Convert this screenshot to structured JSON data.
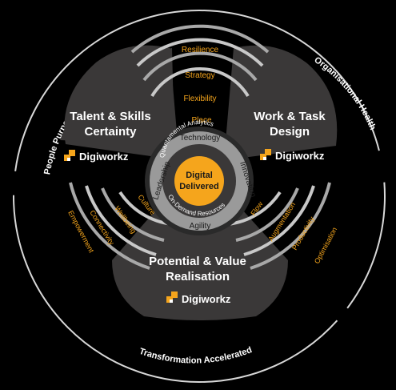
{
  "outer_ring": {
    "left": "People Purpose",
    "right": "Organisational Health",
    "bottom": "Transformation Accelerated"
  },
  "segments": {
    "talent": {
      "title_line1": "Talent & Skills",
      "title_line2": "Certainty",
      "logo": "Digiworkz"
    },
    "work": {
      "title_line1": "Work & Task",
      "title_line2": "Design",
      "logo": "Digiworkz"
    },
    "potential": {
      "title_line1": "Potential & Value",
      "title_line2": "Realisation",
      "logo": "Digiworkz"
    }
  },
  "arc_labels": {
    "top": [
      "Resilience",
      "Strategy",
      "Flexibility",
      "Place"
    ],
    "left": [
      "Empowerment",
      "Connectivity",
      "Wellbeing",
      "Culture"
    ],
    "right": [
      "Flow",
      "Augmentation",
      "Productivity",
      "Optimisation"
    ]
  },
  "hub": {
    "grey_ring": {
      "top": "Technology",
      "left": "Leadership",
      "right": "Innovation",
      "bottom": "Agility"
    },
    "inner_ring": {
      "top": "Quantamental Analytics",
      "bottom": "On-Demand Resources"
    },
    "center_line1": "Digital",
    "center_line2": "Delivered"
  },
  "colors": {
    "gold": "#f5a51c",
    "segment": "#3a3838",
    "ring_grey": "#9a9a9a",
    "background": "#000000"
  },
  "icons": {
    "logo_mark": "digiworkz-logo-icon"
  }
}
